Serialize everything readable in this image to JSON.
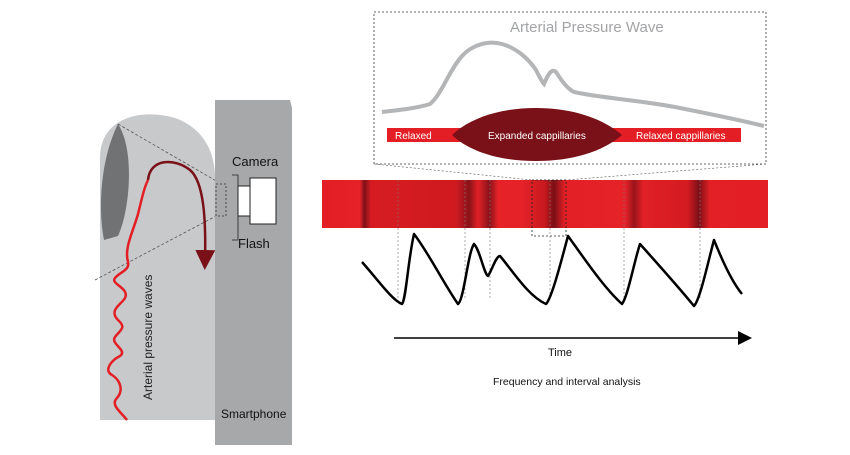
{
  "labels": {
    "camera": "Camera",
    "flash": "Flash",
    "smartphone": "Smartphone",
    "arterial_pressure_waves": "Arterial pressure waves",
    "arterial_pressure_wave": "Arterial Pressure Wave",
    "relaxed": "Relaxed",
    "expanded_capillaries": "Expanded cappillaries",
    "relaxed_capillaries": "Relaxed cappillaries",
    "time": "Time",
    "frequency_analysis": "Frequency and interval analysis"
  },
  "colors": {
    "finger": "#c8c9cb",
    "fingernail": "#707274",
    "phone": "#a7a8aa",
    "blood_red": "#e31e24",
    "dark_red": "#7a1018",
    "pressure_wave": "#b4b5b7",
    "signal": "#000000"
  }
}
